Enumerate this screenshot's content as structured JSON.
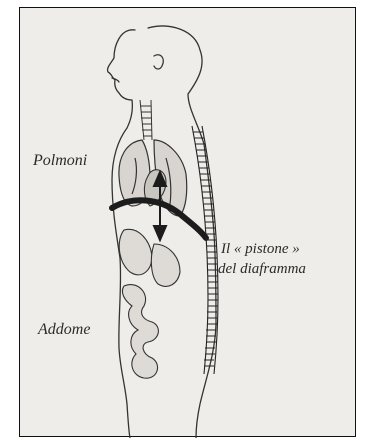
{
  "labels": {
    "polmoni": "Polmoni",
    "addome": "Addome",
    "pistone": "Il « pistone »",
    "diaframma": "del diaframma"
  },
  "colors": {
    "paper": "#efedea",
    "ink": "#2b2b2b",
    "frame": "#111111"
  }
}
